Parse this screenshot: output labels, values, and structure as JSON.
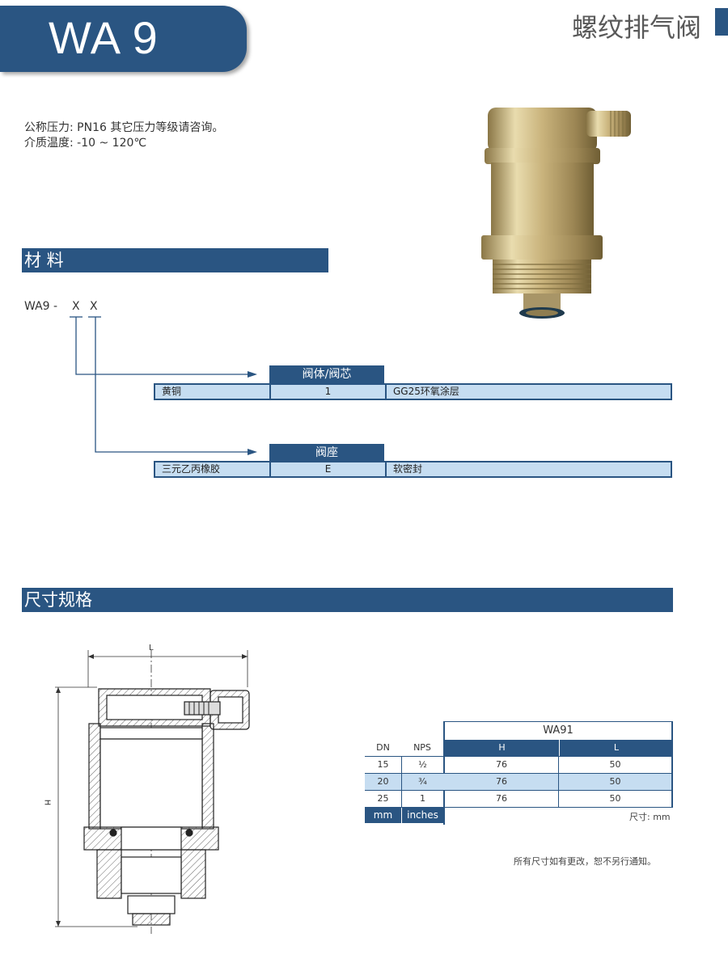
{
  "header": {
    "model": "WA 9",
    "category": "螺纹排气阀"
  },
  "specs": {
    "pressure": "公称压力:  PN16  其它压力等级请咨询。",
    "temperature": "介质温度:  -10 ~ 120℃"
  },
  "material_section": {
    "title": "材 料",
    "code_prefix": "WA9 -",
    "code_x1": "X",
    "code_x2": "X",
    "group1": {
      "header": "阀体/阀芯",
      "cells": [
        "黄铜",
        "1",
        "GG25环氧涂层"
      ]
    },
    "group2": {
      "header": "阀座",
      "cells": [
        "三元乙丙橡胶",
        "E",
        "软密封"
      ]
    }
  },
  "dimension_section": {
    "title": "尺寸规格",
    "drawing_labels": {
      "length": "L",
      "height": "H"
    },
    "table": {
      "group_header": "WA91",
      "columns": [
        "DN",
        "NPS",
        "H",
        "L"
      ],
      "rows": [
        [
          "15",
          "½",
          "76",
          "50"
        ],
        [
          "20",
          "¾",
          "76",
          "50"
        ],
        [
          "25",
          "1",
          "76",
          "50"
        ]
      ],
      "units": [
        "mm",
        "inches"
      ]
    },
    "unit_note": "尺寸:  mm",
    "disclaimer": "所有尺寸如有更改，恕不另行通知。"
  },
  "colors": {
    "primary": "#2a5582",
    "row_fill": "#c6ddf1",
    "gray_text": "#595959"
  }
}
